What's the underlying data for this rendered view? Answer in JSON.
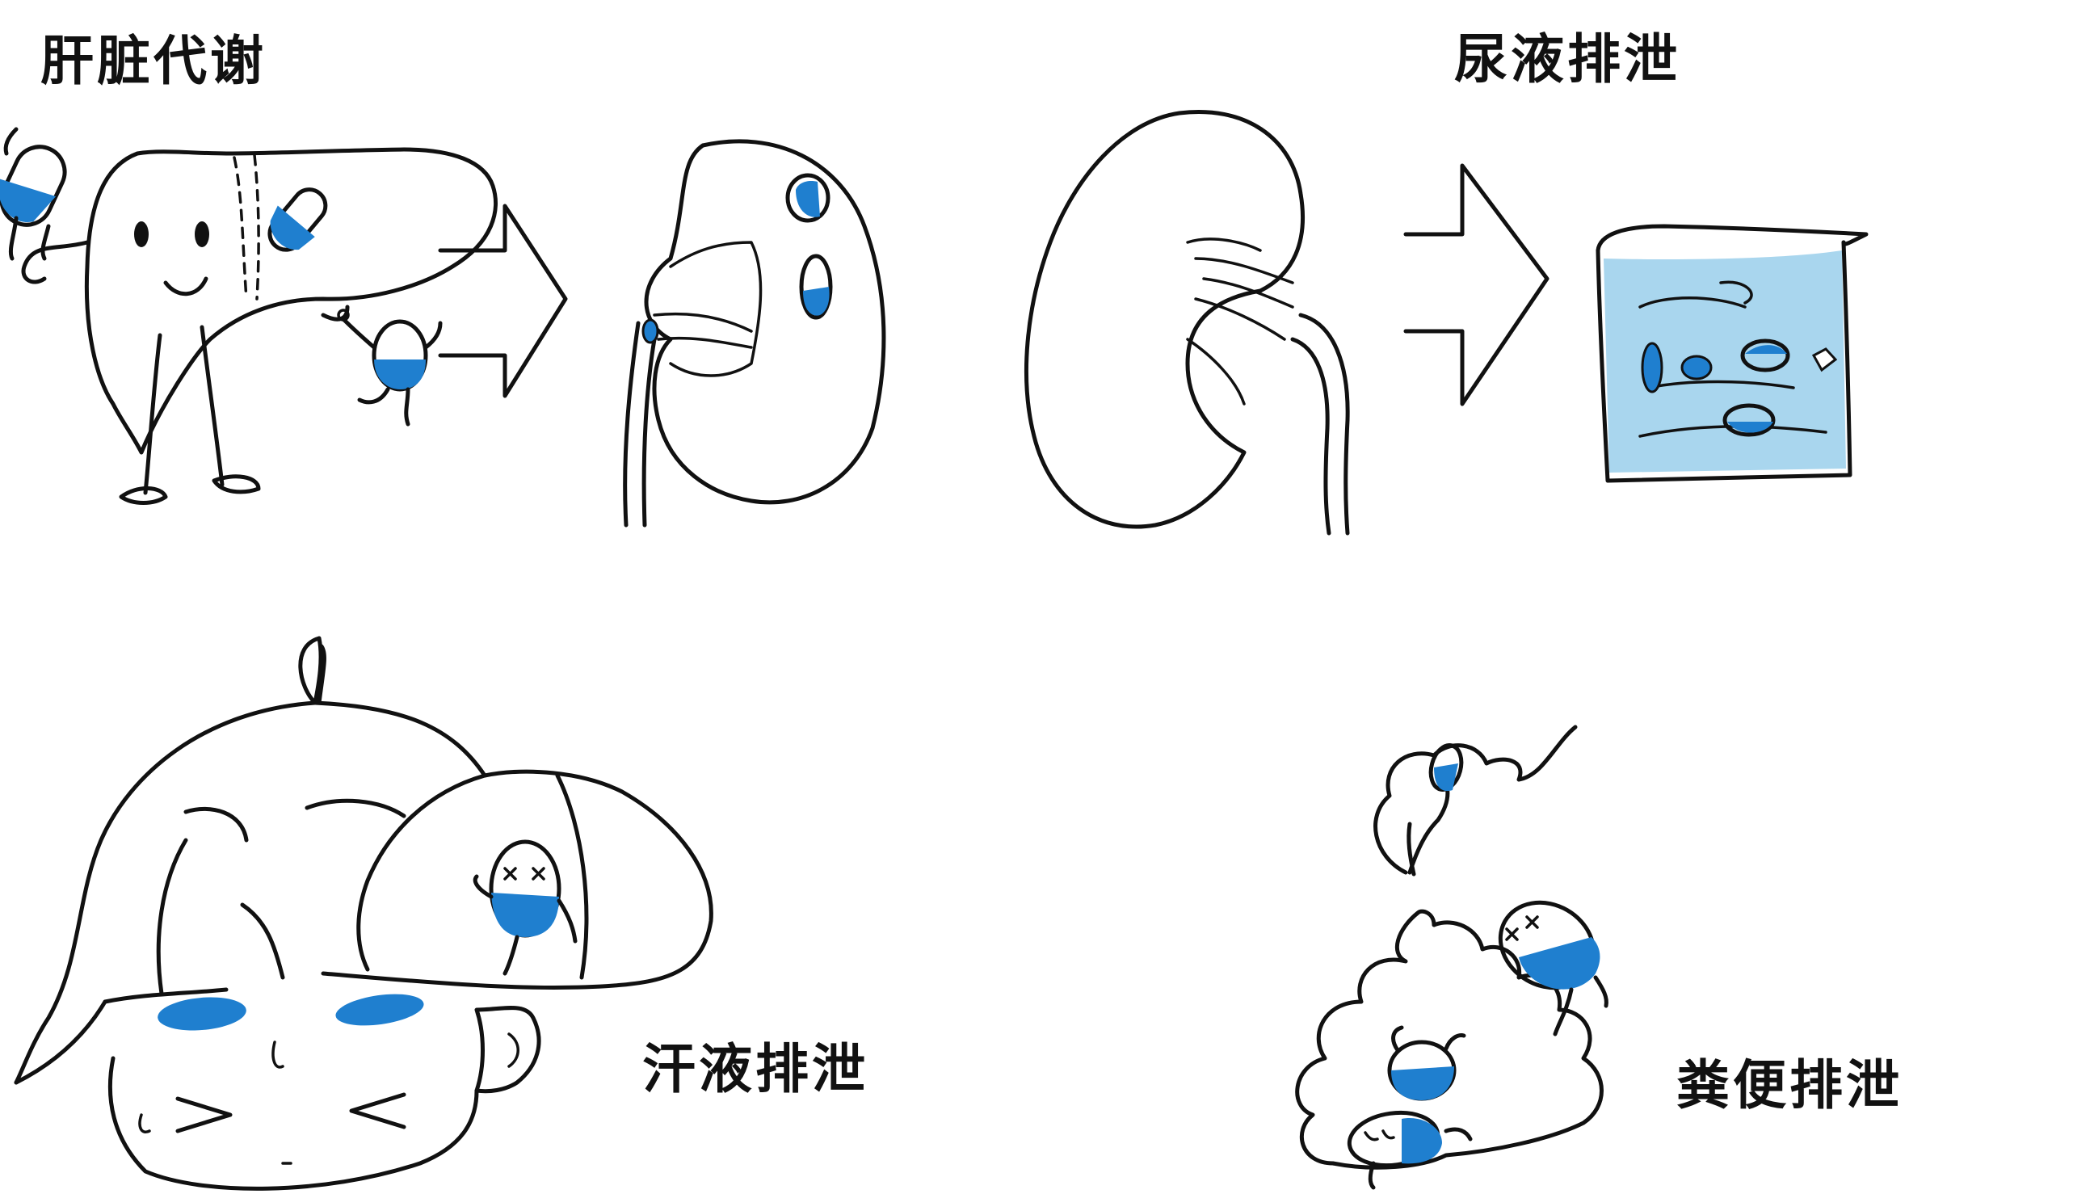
{
  "labels": {
    "liver": "肝脏代谢",
    "urine": "尿液排泄",
    "sweat": "汗液排泄",
    "feces": "粪便排泄"
  },
  "colors": {
    "pill_blue": "#1f7fcf",
    "water_blue": "#a9d6ee",
    "ink": "#111111"
  }
}
